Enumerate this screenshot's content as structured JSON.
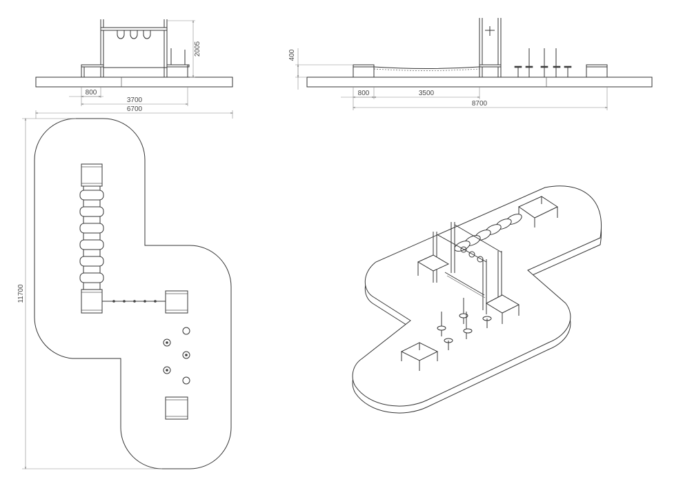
{
  "dimensions": {
    "front_width_800": "800",
    "front_width_3700": "3700",
    "front_height_2005": "2005",
    "total_width_6700": "6700",
    "side_height_400": "400",
    "side_width_800": "800",
    "side_width_3500": "3500",
    "side_length_8700": "8700",
    "plan_length_11700": "11700"
  }
}
